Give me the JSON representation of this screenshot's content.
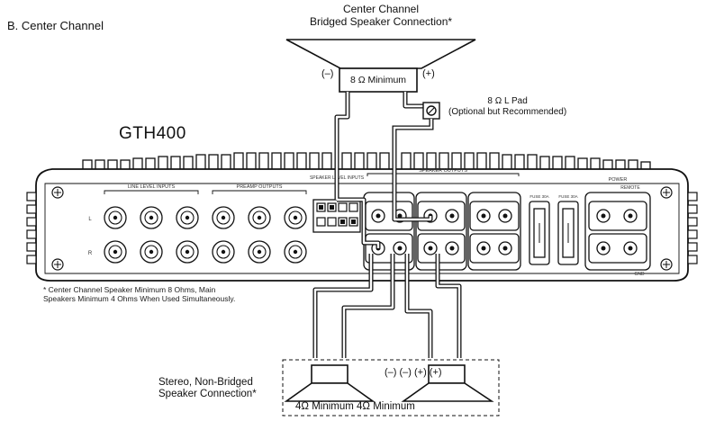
{
  "section_title": "B. Center Channel",
  "center_channel": {
    "title_line1": "Center Channel",
    "title_line2": "Bridged Speaker Connection*",
    "impedance": "8 Ω Minimum",
    "minus": "(–)",
    "plus": "(+)"
  },
  "lpad": {
    "line1": "8 Ω L Pad",
    "line2": "(Optional but Recommended)"
  },
  "model": "GTH400",
  "amp_labels": {
    "line_level_inputs": "LINE LEVEL INPUTS",
    "preamp_outputs": "PREAMP OUTPUTS",
    "speaker_level_inputs": "SPEAKER LEVEL INPUTS",
    "speaker_outputs": "SPEAKER OUTPUTS",
    "fuse1": "FUSE 30A",
    "fuse2": "FUSE 30A",
    "power": "POWER",
    "remote": "REMOTE",
    "gnd": "GND",
    "row_l": "L",
    "row_r": "R"
  },
  "footnote": {
    "line1": "* Center Channel Speaker Minimum 8 Ohms, Main",
    "line2": "Speakers Minimum 4 Ohms When Used Simultaneously."
  },
  "stereo": {
    "line1": "Stereo, Non-Bridged",
    "line2": "Speaker Connection*",
    "impedance": "4Ω Minimum 4Ω Minimum",
    "signs": "(–) (–)      (+) (+)"
  }
}
